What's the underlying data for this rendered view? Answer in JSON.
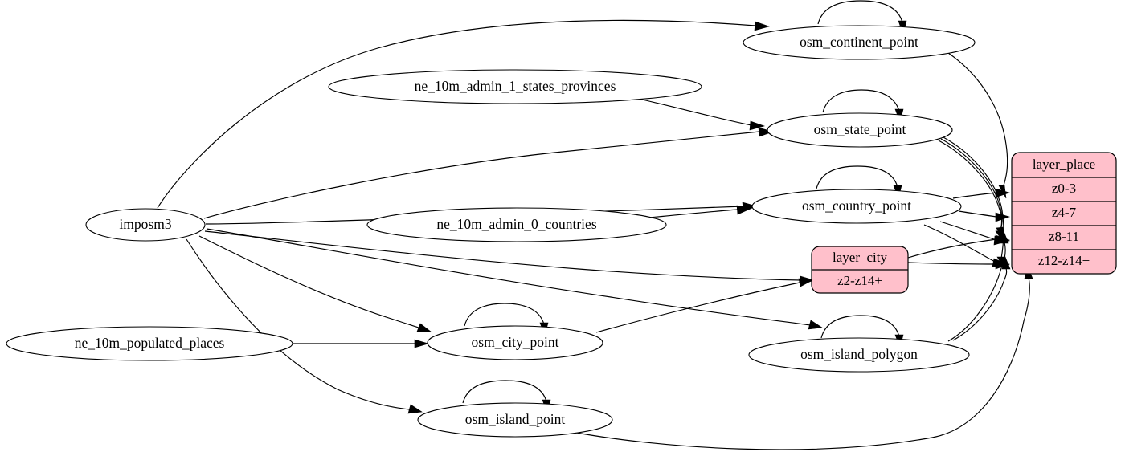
{
  "diagram": {
    "type": "directed-graph",
    "title": "",
    "background_color": "#ffffff",
    "edge_color": "#000000",
    "source_node_fill": "#ffffff",
    "record_node_fill": "#ffc0cb",
    "nodes": [
      {
        "id": "imposm3",
        "label": "imposm3",
        "shape": "ellipse",
        "fill": "#ffffff"
      },
      {
        "id": "ne_10m_admin_1_states_provinces",
        "label": "ne_10m_admin_1_states_provinces",
        "shape": "ellipse",
        "fill": "#ffffff"
      },
      {
        "id": "ne_10m_admin_0_countries",
        "label": "ne_10m_admin_0_countries",
        "shape": "ellipse",
        "fill": "#ffffff"
      },
      {
        "id": "ne_10m_populated_places",
        "label": "ne_10m_populated_places",
        "shape": "ellipse",
        "fill": "#ffffff"
      },
      {
        "id": "osm_continent_point",
        "label": "osm_continent_point",
        "shape": "ellipse",
        "fill": "#ffffff"
      },
      {
        "id": "osm_state_point",
        "label": "osm_state_point",
        "shape": "ellipse",
        "fill": "#ffffff"
      },
      {
        "id": "osm_country_point",
        "label": "osm_country_point",
        "shape": "ellipse",
        "fill": "#ffffff"
      },
      {
        "id": "osm_city_point",
        "label": "osm_city_point",
        "shape": "ellipse",
        "fill": "#ffffff"
      },
      {
        "id": "osm_island_point",
        "label": "osm_island_point",
        "shape": "ellipse",
        "fill": "#ffffff"
      },
      {
        "id": "osm_island_polygon",
        "label": "osm_island_polygon",
        "shape": "ellipse",
        "fill": "#ffffff"
      }
    ],
    "record_nodes": [
      {
        "id": "layer_city",
        "header": "layer_city",
        "fill": "#ffc0cb",
        "rows": [
          "z2-z14+"
        ]
      },
      {
        "id": "layer_place",
        "header": "layer_place",
        "fill": "#ffc0cb",
        "rows": [
          "z0-3",
          "z4-7",
          "z8-11",
          "z12-z14+"
        ]
      }
    ],
    "edges": [
      {
        "from": "imposm3",
        "to": "osm_continent_point"
      },
      {
        "from": "imposm3",
        "to": "osm_state_point"
      },
      {
        "from": "imposm3",
        "to": "osm_country_point"
      },
      {
        "from": "imposm3",
        "to": "layer_city"
      },
      {
        "from": "imposm3",
        "to": "osm_city_point"
      },
      {
        "from": "imposm3",
        "to": "osm_island_point"
      },
      {
        "from": "ne_10m_admin_1_states_provinces",
        "to": "osm_state_point"
      },
      {
        "from": "ne_10m_admin_0_countries",
        "to": "osm_country_point"
      },
      {
        "from": "ne_10m_populated_places",
        "to": "osm_city_point"
      },
      {
        "from": "osm_continent_point",
        "to": "osm_continent_point"
      },
      {
        "from": "osm_state_point",
        "to": "osm_state_point"
      },
      {
        "from": "osm_country_point",
        "to": "osm_country_point"
      },
      {
        "from": "osm_city_point",
        "to": "osm_city_point"
      },
      {
        "from": "osm_island_point",
        "to": "osm_island_point"
      },
      {
        "from": "osm_island_polygon",
        "to": "osm_island_polygon"
      },
      {
        "from": "osm_continent_point",
        "to": "layer_place.z0-3"
      },
      {
        "from": "osm_state_point",
        "to": "layer_place.z4-7"
      },
      {
        "from": "osm_state_point",
        "to": "layer_place.z8-11"
      },
      {
        "from": "osm_state_point",
        "to": "layer_place.z12-z14+"
      },
      {
        "from": "osm_country_point",
        "to": "layer_place.z0-3"
      },
      {
        "from": "osm_country_point",
        "to": "layer_place.z4-7"
      },
      {
        "from": "osm_country_point",
        "to": "layer_place.z8-11"
      },
      {
        "from": "osm_country_point",
        "to": "layer_place.z12-z14+"
      },
      {
        "from": "layer_city",
        "to": "layer_place.z8-11"
      },
      {
        "from": "layer_city",
        "to": "layer_place.z12-z14+"
      },
      {
        "from": "osm_city_point",
        "to": "layer_city"
      },
      {
        "from": "osm_island_polygon",
        "to": "layer_place.z8-11"
      },
      {
        "from": "osm_island_polygon",
        "to": "layer_place.z12-z14+"
      },
      {
        "from": "osm_island_point",
        "to": "layer_place.z12-z14+"
      },
      {
        "from": "imposm3",
        "to": "osm_island_polygon"
      }
    ]
  }
}
